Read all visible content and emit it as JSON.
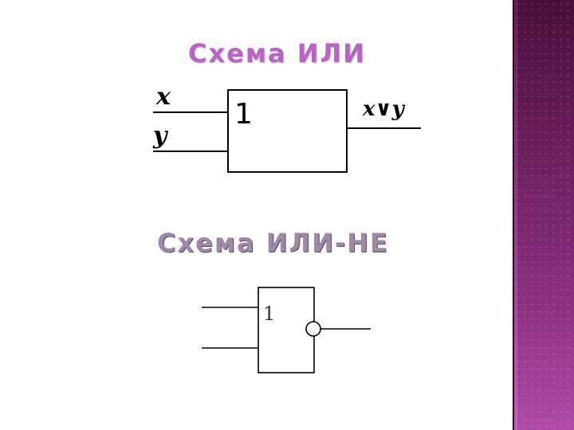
{
  "slide": {
    "title_or": "Схема ИЛИ",
    "title_nor": "Схема ИЛИ-НЕ"
  },
  "or_gate": {
    "input_x": "x",
    "input_y": "y",
    "symbol": "1",
    "output": "x∨y"
  },
  "nor_gate": {
    "symbol": "1"
  },
  "colors": {
    "title_or": "#b765c2",
    "title_nor": "#9c8aa6",
    "side_band_top": "#4a0f3a",
    "side_band_bottom": "#b04aa8"
  }
}
